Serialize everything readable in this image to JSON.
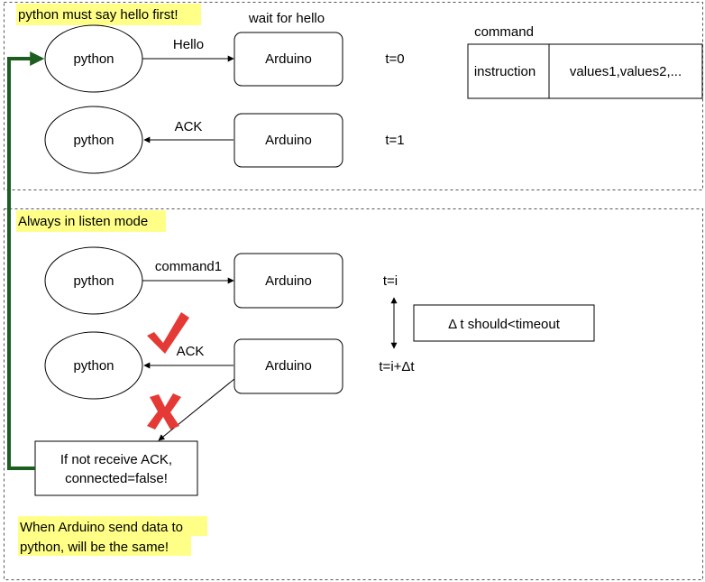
{
  "colors": {
    "highlight": "#FFFF88",
    "connector_green": "#1B5E20",
    "mark_red": "#E53935",
    "stroke": "#000000",
    "dashed_border": "#555555"
  },
  "handshake_section": {
    "note": "python must say hello first!",
    "wait_label": "wait for hello",
    "row1": {
      "python": "python",
      "arduino": "Arduino",
      "arrow_label": "Hello",
      "time": "t=0"
    },
    "row2": {
      "python": "python",
      "arduino": "Arduino",
      "arrow_label": "ACK",
      "time": "t=1"
    },
    "command_table": {
      "title": "command",
      "cells": [
        "instruction",
        "values1,values2,..."
      ]
    }
  },
  "listen_section": {
    "note": "Always in listen mode",
    "row1": {
      "python": "python",
      "arduino": "Arduino",
      "arrow_label": "command1",
      "time": "t=i"
    },
    "row2": {
      "python": "python",
      "arduino": "Arduino",
      "arrow_label": "ACK",
      "time": "t=i+Δt"
    },
    "timeout_box": "Δ t should<timeout",
    "fail_box_lines": [
      "If not receive ACK,",
      "connected=false!"
    ],
    "footer_lines": [
      "When Arduino send data to",
      "python, will be the same!"
    ],
    "icons": {
      "success": "red-checkmark-icon",
      "failure": "red-x-icon"
    }
  }
}
